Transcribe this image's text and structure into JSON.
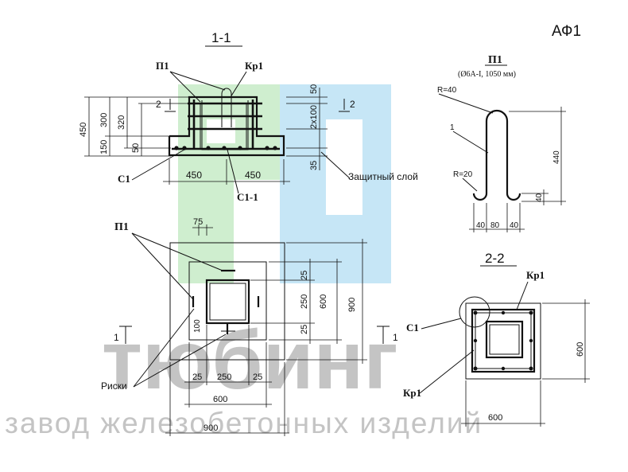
{
  "title_code": "АФ1",
  "watermark": {
    "brand": "тюбинг",
    "tagline": "завод железобетонных изделий",
    "colors": {
      "green": "#cfeecf",
      "blue": "#c6e6f6",
      "text": "#c4c4c4"
    }
  },
  "section_1_1": {
    "title": "1-1",
    "labels": {
      "p1": "П1",
      "kp1": "Кр1",
      "c1": "С1",
      "c1_1": "С1-1",
      "protective": "Защитный слой",
      "cut": "2"
    },
    "dims": {
      "d450": "450",
      "d300": "300",
      "d320": "320",
      "d150": "150",
      "d50": "50",
      "bottom_left": "450",
      "bottom_right": "450",
      "right_50": "50",
      "right_2x100": "2х100",
      "right_35": "35"
    }
  },
  "part_p1": {
    "title": "П1",
    "subtitle": "(Ø6A-I, 1050 мм)",
    "labels": {
      "r40": "R=40",
      "r20": "R=20",
      "leader": "1"
    },
    "dims": {
      "d440": "440",
      "d40_side": "40",
      "d40_left": "40",
      "d80": "80",
      "d40_right": "40"
    }
  },
  "plan": {
    "labels": {
      "p1": "П1",
      "riski": "Риски",
      "cut_left": "1",
      "cut_right": "1"
    },
    "dims": {
      "d75": "75",
      "d100": "100",
      "d25_top": "25",
      "d250_v": "250",
      "d25_bottom": "25",
      "d600_v": "600",
      "d900_v": "900",
      "d25_left": "25",
      "d250_h": "250",
      "d25_right": "25",
      "d600_h": "600",
      "d900_h": "900"
    }
  },
  "section_2_2": {
    "title": "2-2",
    "labels": {
      "kp1_top": "Кр1",
      "c1": "С1",
      "kp1_bottom": "Кр1"
    },
    "dims": {
      "d600_v": "600",
      "d600_h": "600"
    }
  }
}
